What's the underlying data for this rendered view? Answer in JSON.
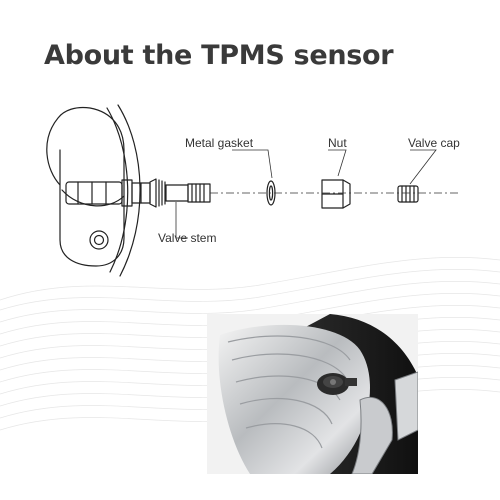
{
  "title": "About the TPMS sensor",
  "labels": {
    "metal_gasket": "Metal gasket",
    "nut": "Nut",
    "valve_cap": "Valve cap",
    "valve_stem": "Valve stem"
  },
  "colors": {
    "title_text": "#3a3a3a",
    "line_art": "#222222",
    "photo_frame_bg": "#f2f2f2"
  }
}
